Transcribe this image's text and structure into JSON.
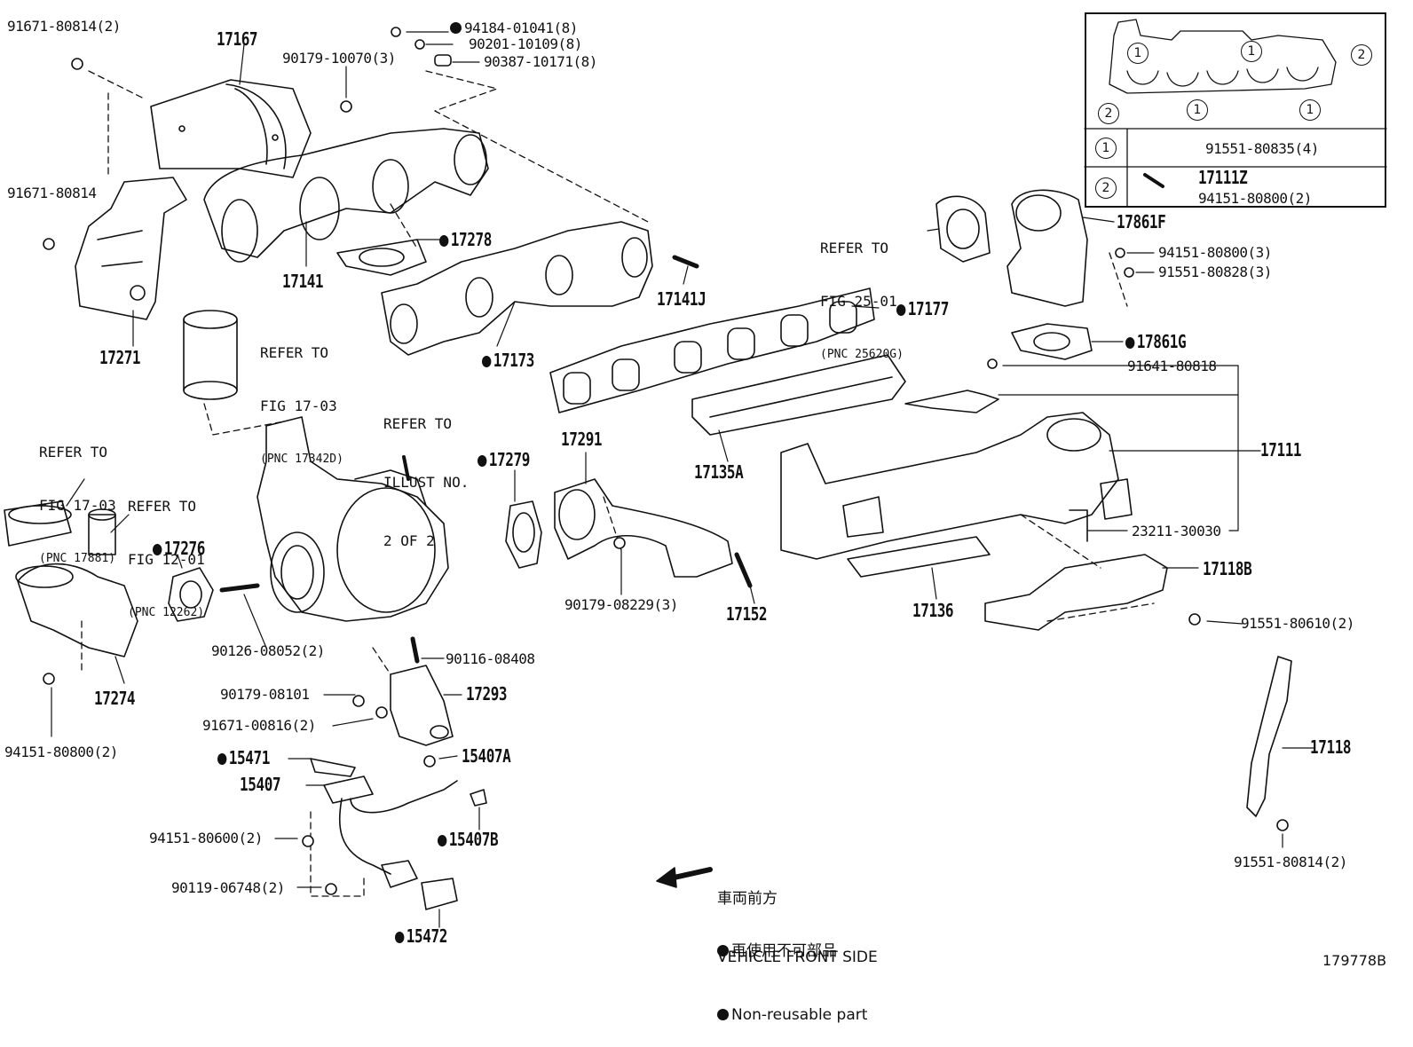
{
  "labels": {
    "p1": "91671-80814(2)",
    "p2": "17167",
    "p3": "90179-10070(3)",
    "p4": "94184-01041(8)",
    "p5": "90201-10109(8)",
    "p6": "90387-10171(8)",
    "p7": "91671-80814",
    "p8": "17278",
    "p9": "17141",
    "p10": "17141J",
    "p11": "17271",
    "p12": "17173",
    "p13": "17177",
    "p14": "17135A",
    "p15": "17291",
    "p16": "17279",
    "p17": "17276",
    "p18": "90126-08052(2)",
    "p19": "90116-08408",
    "p20": "90179-08101",
    "p21": "17293",
    "p22": "91671-00816(2)",
    "p23": "15471",
    "p24": "15407A",
    "p25": "15407",
    "p26": "94151-80600(2)",
    "p27": "15407B",
    "p28": "90119-06748(2)",
    "p29": "15472",
    "p30": "17274",
    "p31": "94151-80800(2)",
    "p32": "90179-08229(3)",
    "p33": "17152",
    "p34": "17136",
    "p35": "17118B",
    "p36": "91551-80610(2)",
    "p37": "17111",
    "p38": "23211-30030",
    "p39": "91641-80818",
    "p40": "17861G",
    "p41": "17861F",
    "p42": "94151-80800(3)",
    "p43": "91551-80828(3)",
    "p44": "17118",
    "p45": "91551-80814(2)",
    "p46": "17111Z",
    "p47": "94151-80800(2)",
    "p48": "91551-80835(4)"
  },
  "refs": {
    "r1_a": "REFER TO",
    "r1_b": "FIG 17-03",
    "r1_c": "(PNC 17342D)",
    "r2_a": "REFER TO",
    "r2_b": "ILLUST NO.",
    "r2_c": "2 OF 2",
    "r3_a": "REFER TO",
    "r3_b": "FIG 17-03",
    "r3_c": "(PNC 17881)",
    "r4_a": "REFER TO",
    "r4_b": "FIG 12-01",
    "r4_c": "(PNC 12262)",
    "r5_a": "REFER TO",
    "r5_b": "FIG 25-01",
    "r5_c": "(PNC 25620G)"
  },
  "inset": {
    "c1": "1",
    "c2": "2"
  },
  "legend": {
    "front_jp": "車両前方",
    "front_en": "VEHICLE FRONT SIDE",
    "nonreuse_jp": "再使用不可部品",
    "nonreuse_en": "Non-reusable part"
  },
  "figure_id": "179778B"
}
